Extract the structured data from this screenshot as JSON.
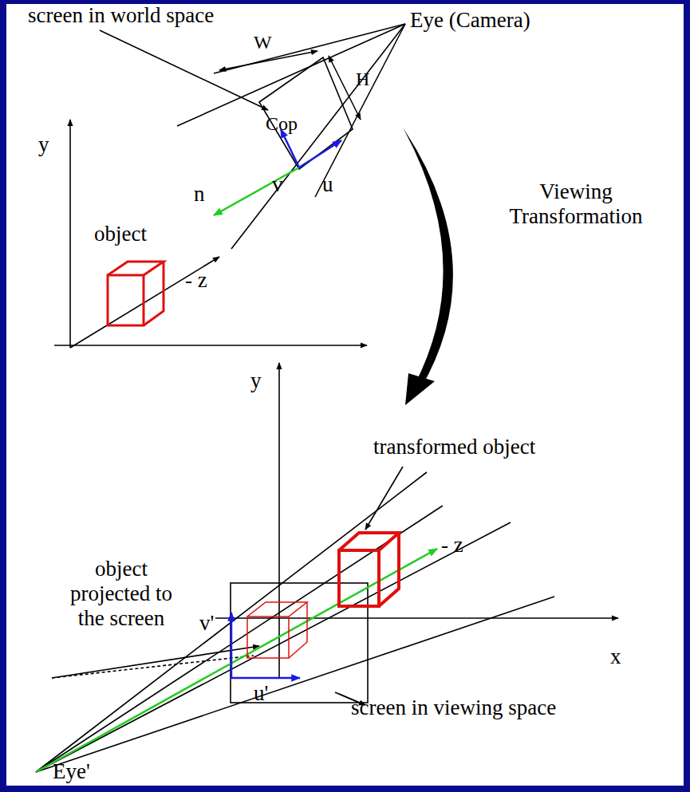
{
  "diagram": {
    "labels": [
      "screen in world space",
      "Eye (Camera)",
      "W",
      "H",
      "Cop",
      "n",
      "v",
      "u",
      "y",
      "Viewing Transformation",
      "object",
      "- z",
      "y",
      "transformed object",
      "- z",
      "object projected to the screen",
      "v'",
      "u'",
      "x",
      "screen in viewing space",
      "Eye'"
    ]
  }
}
